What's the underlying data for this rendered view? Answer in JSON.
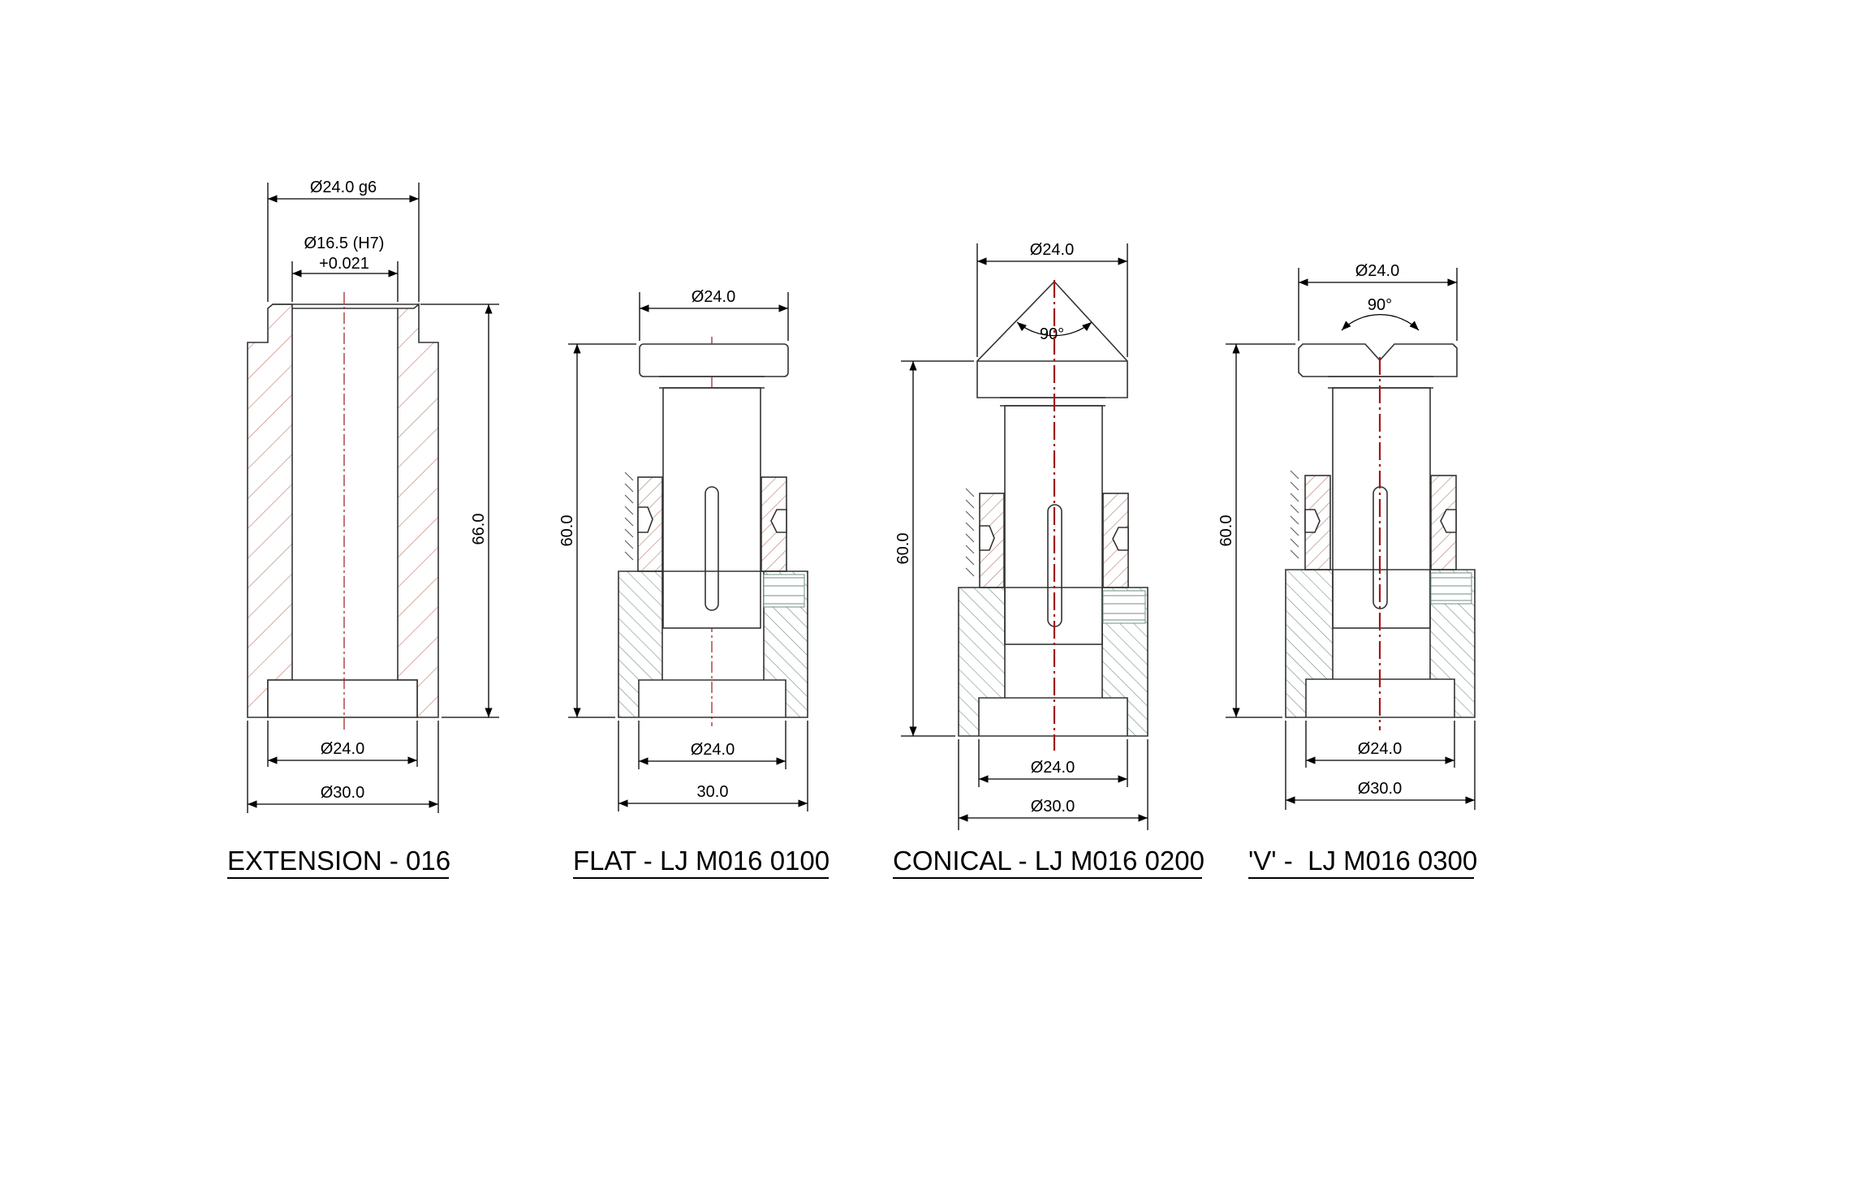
{
  "drawing": {
    "colors": {
      "line": "#333333",
      "centerline": "#a01818",
      "hatch_red": "#c48a76",
      "hatch_green": "#6f8f86"
    },
    "parts": [
      {
        "id": "extension",
        "title": "EXTENSION - 016",
        "dims": {
          "top_outer": "Ø24.0 g6",
          "bore_line1": "Ø16.5 (H7)",
          "bore_line2": "+0.021",
          "height": "66.0",
          "bottom_inner": "Ø24.0",
          "bottom_outer": "Ø30.0"
        }
      },
      {
        "id": "flat",
        "title": "FLAT - LJ M016 0100",
        "dims": {
          "top": "Ø24.0",
          "height": "60.0",
          "bottom_inner": "Ø24.0",
          "bottom_outer": "30.0"
        }
      },
      {
        "id": "conical",
        "title": "CONICAL - LJ M016 0200",
        "dims": {
          "top": "Ø24.0",
          "angle": "90°",
          "height": "60.0",
          "bottom_inner": "Ø24.0",
          "bottom_outer": "Ø30.0"
        }
      },
      {
        "id": "v",
        "title": "'V' -  LJ M016 0300",
        "dims": {
          "top": "Ø24.0",
          "angle": "90°",
          "height": "60.0",
          "bottom_inner": "Ø24.0",
          "bottom_outer": "Ø30.0"
        }
      }
    ]
  }
}
